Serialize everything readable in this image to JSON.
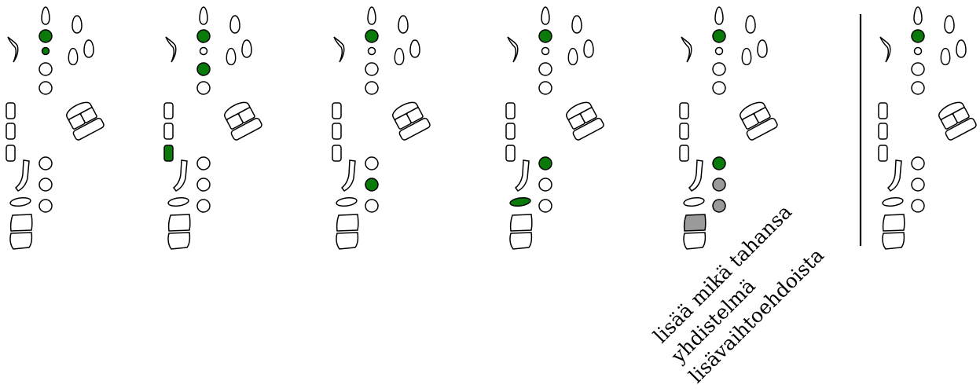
{
  "colors": {
    "closed": "#0a7a0a",
    "optional": "#9a9a9a",
    "open": "#ffffff",
    "outline": "#000000"
  },
  "diagrams": [
    {
      "label": "fingering-1",
      "closed": [
        "oct-hole",
        "small-hole"
      ],
      "optional": []
    },
    {
      "label": "fingering-2",
      "closed": [
        "oct-hole",
        "upper-ring-2",
        "side-left-3"
      ],
      "optional": []
    },
    {
      "label": "fingering-3",
      "closed": [
        "oct-hole",
        "lower-ring-1"
      ],
      "optional": []
    },
    {
      "label": "fingering-4",
      "closed": [
        "oct-hole",
        "lower-ring-0",
        "pinky-ellipse"
      ],
      "optional": []
    },
    {
      "label": "fingering-5",
      "closed": [
        "oct-hole",
        "lower-ring-0"
      ],
      "optional": [
        "lower-ring-1",
        "lower-ring-2",
        "foot-key-top"
      ]
    },
    {
      "label": "fingering-6",
      "closed": [
        "oct-hole"
      ],
      "optional": []
    }
  ],
  "caption": {
    "lines": [
      "lisää mikä tahansa",
      "yhdistelmä",
      "lisävaihtoehdoista"
    ]
  }
}
